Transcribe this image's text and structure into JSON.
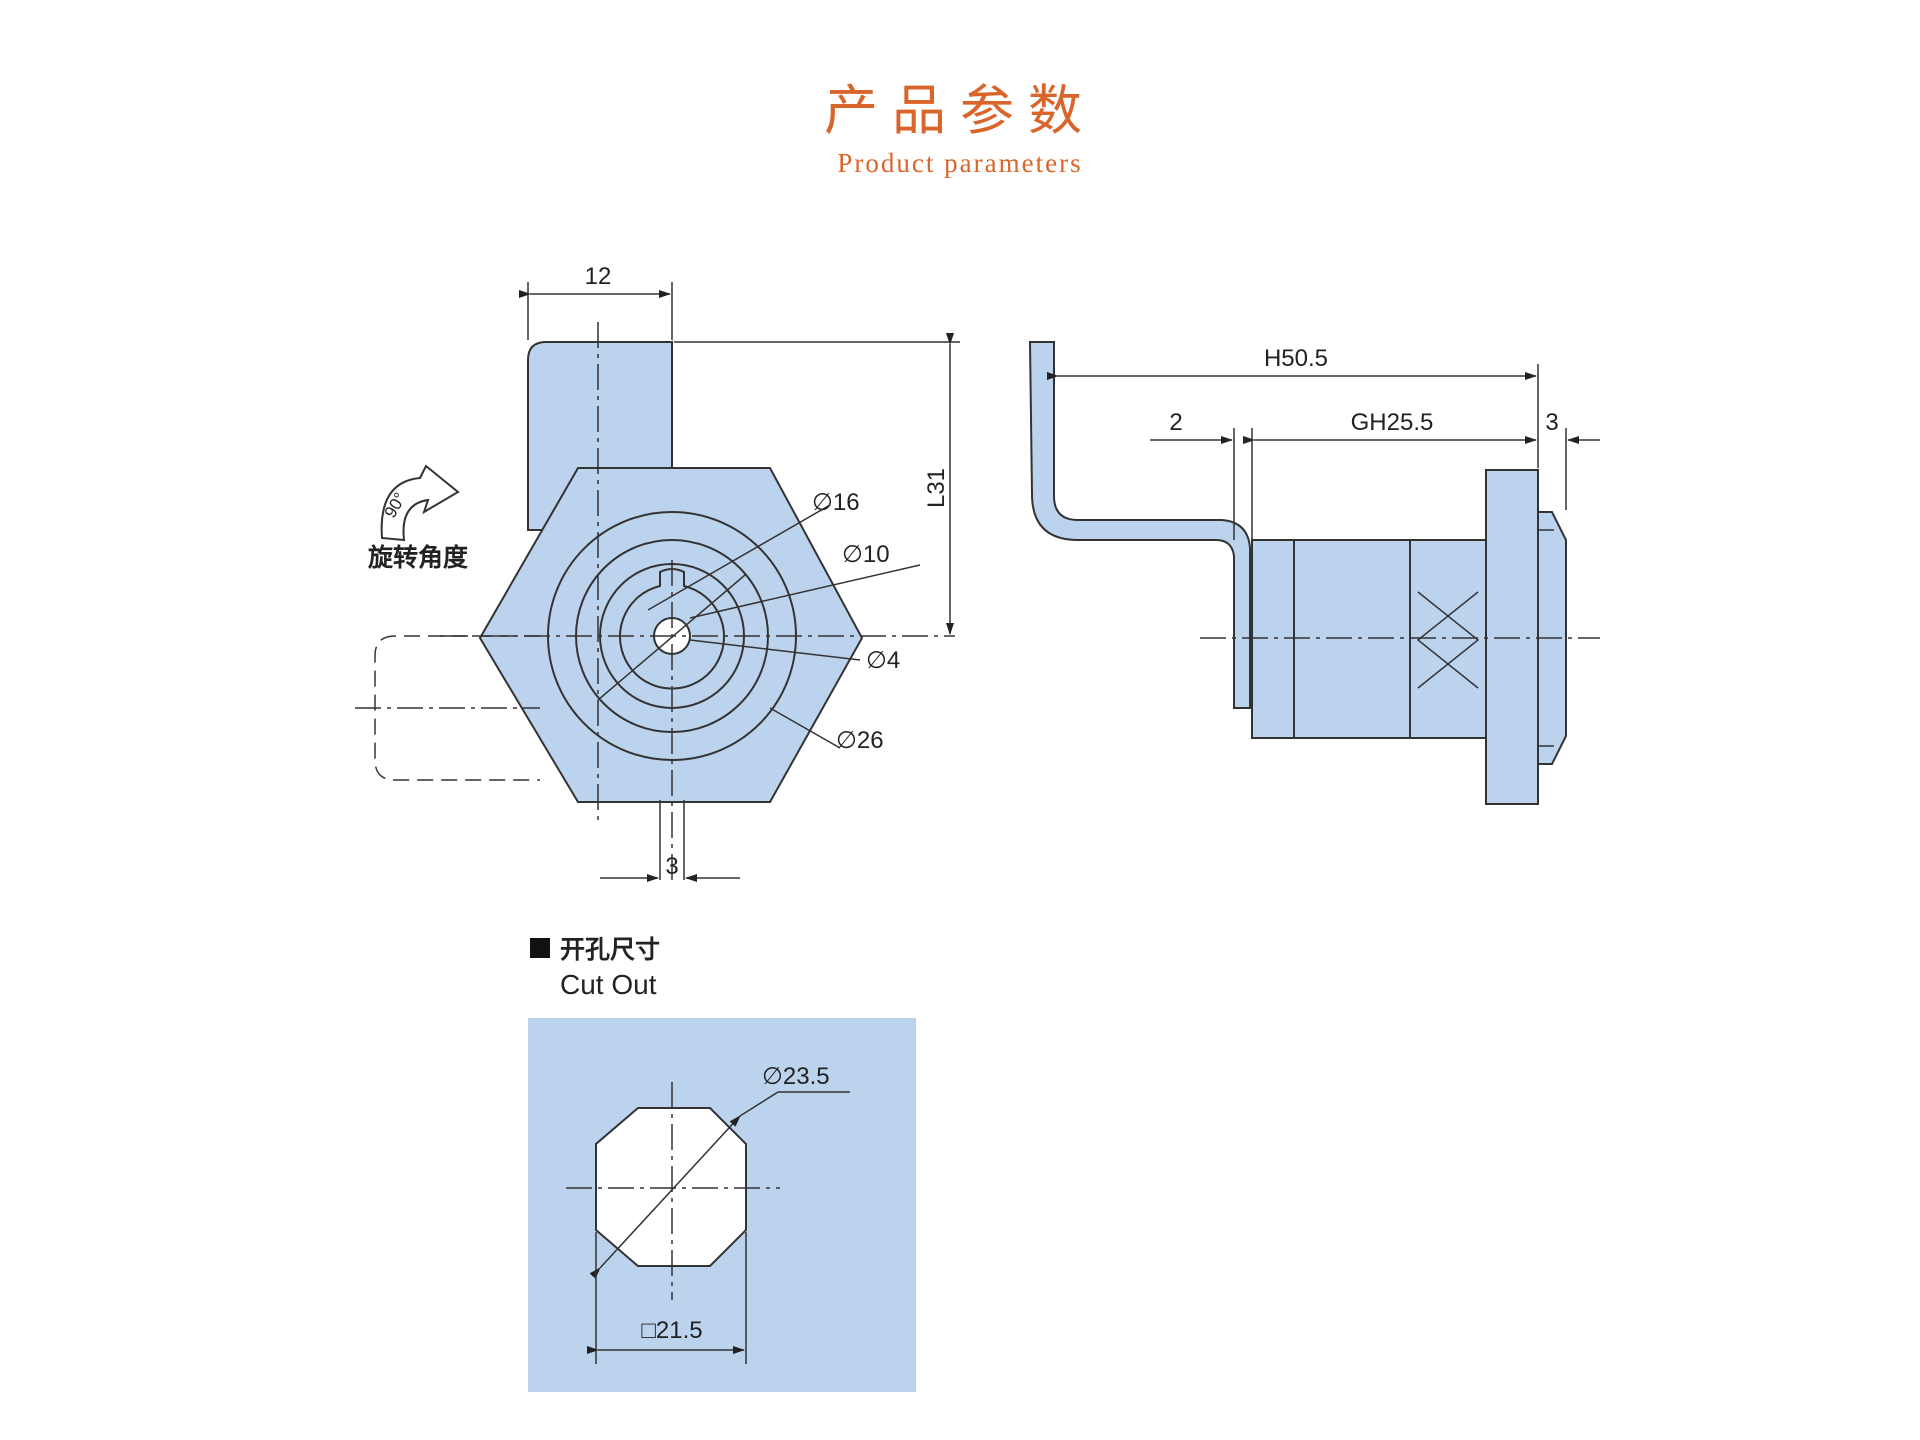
{
  "header": {
    "title_cn": "产品参数",
    "title_en": "Product parameters"
  },
  "colors": {
    "accent": "#d9652a",
    "part_fill": "#bcd3ee",
    "line": "#333333"
  },
  "front_view": {
    "dim_width": "12",
    "dim_height": "L31",
    "dim_d16": "∅16",
    "dim_d10": "∅10",
    "dim_d4": "∅4",
    "dim_d26": "∅26",
    "dim_slot": "3",
    "rotation_angle": "90°",
    "rotation_label": "旋转角度"
  },
  "side_view": {
    "dim_total": "H50.5",
    "dim_offset": "2",
    "dim_grip": "GH25.5",
    "dim_flange": "3"
  },
  "cutout": {
    "label_cn": "开孔尺寸",
    "label_en": "Cut Out",
    "dim_diameter": "∅23.5",
    "dim_square": "□21.5"
  }
}
